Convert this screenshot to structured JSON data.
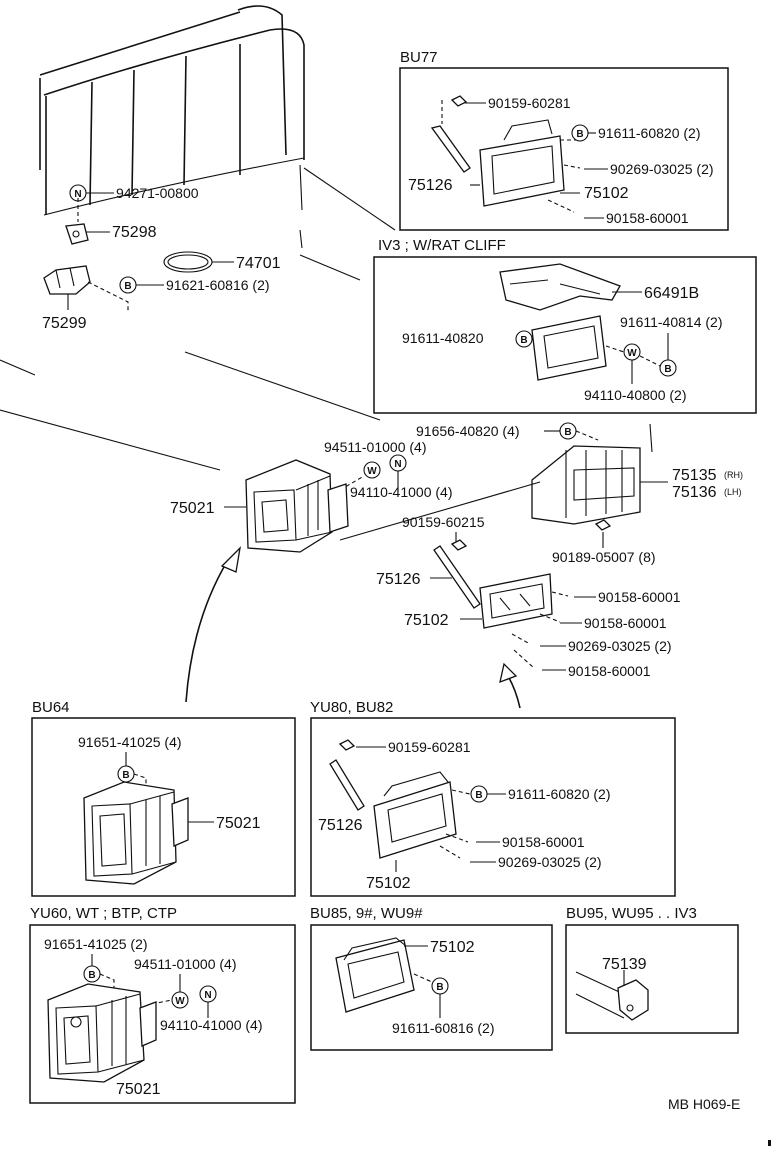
{
  "sections": {
    "bu77": "BU77",
    "iv3": "IV3 ; W/RAT CLIFF",
    "bu64": "BU64",
    "yu80": "YU80, BU82",
    "yu60": "YU60, WT ; BTP, CTP",
    "bu85": "BU85, 9#, WU9#",
    "bu95": "BU95, WU95 . . IV3"
  },
  "symbols": {
    "b": "B",
    "n": "N",
    "w": "W"
  },
  "labels": {
    "bu77_90159_60281": "90159-60281",
    "bu77_91611_60820": "91611-60820 (2)",
    "bu77_90269_03025": "90269-03025 (2)",
    "bu77_75126": "75126",
    "bu77_75102": "75102",
    "bu77_90158_60001": "90158-60001",
    "m_94271_00800": "94271-00800",
    "m_75298": "75298",
    "m_74701": "74701",
    "m_91621_60816": "91621-60816 (2)",
    "m_75299": "75299",
    "iv3_66491b": "66491B",
    "iv3_91611_40820": "91611-40820",
    "iv3_91611_40814": "91611-40814 (2)",
    "iv3_94110_40800": "94110-40800 (2)",
    "m_91656_40820": "91656-40820 (4)",
    "m_94511_01000": "94511-01000 (4)",
    "m_94110_41000": "94110-41000 (4)",
    "m_75135": "75135",
    "m_75135_suffix": "(RH)",
    "m_75136": "75136",
    "m_75136_suffix": "(LH)",
    "m_75021": "75021",
    "m_90159_60215": "90159-60215",
    "m_90189_05007": "90189-05007 (8)",
    "m_75126": "75126",
    "m_90158_60001_a": "90158-60001",
    "m_75102": "75102",
    "m_90158_60001_b": "90158-60001",
    "m_90269_03025": "90269-03025 (2)",
    "m_90158_60001_c": "90158-60001",
    "bu64_91651_41025": "91651-41025 (4)",
    "bu64_75021": "75021",
    "yu80_90159_60281": "90159-60281",
    "yu80_91611_60820": "91611-60820 (2)",
    "yu80_75126": "75126",
    "yu80_90158_60001": "90158-60001",
    "yu80_90269_03025": "90269-03025 (2)",
    "yu80_75102": "75102",
    "yu60_91651_41025": "91651-41025 (2)",
    "yu60_94511_01000": "94511-01000 (4)",
    "yu60_94110_41000": "94110-41000 (4)",
    "yu60_75021": "75021",
    "bu85_75102": "75102",
    "bu85_91611_60816": "91611-60816 (2)",
    "bu95_75139": "75139"
  },
  "footer": {
    "code": "MB H069-E"
  }
}
